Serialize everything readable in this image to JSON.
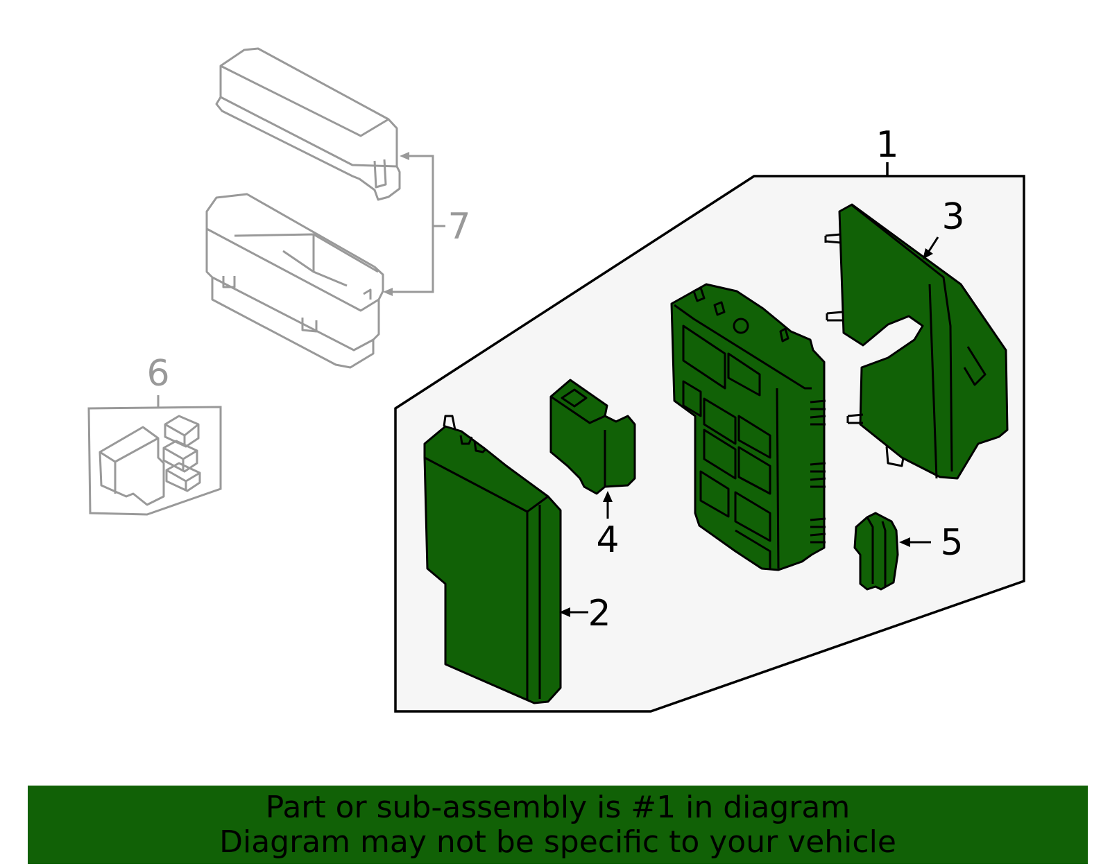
{
  "colors": {
    "part_fill": "#116106",
    "banner_background": "#116106",
    "inactive_outline": "#999999",
    "group_background": "#f6f6f6"
  },
  "callouts": {
    "c1": "1",
    "c2": "2",
    "c3": "3",
    "c4": "4",
    "c5": "5",
    "c6": "6",
    "c7": "7"
  },
  "banner": {
    "line1": "Part or sub-assembly is #1 in diagram",
    "line2": "Diagram may not be specific to your vehicle"
  }
}
